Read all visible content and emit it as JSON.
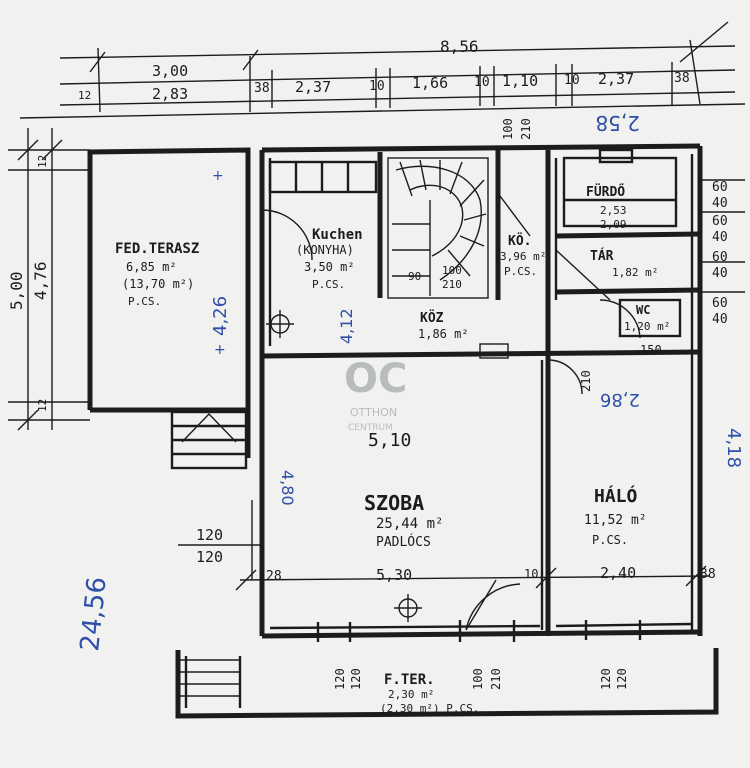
{
  "dimensions": {
    "total_width": "8,56",
    "seg_top_1": "3,00",
    "seg_bot_1": "2,83",
    "seg_38": "38",
    "seg_237a": "2,37",
    "seg_10a": "10",
    "seg_166": "1,66",
    "seg_10b": "10",
    "seg_110": "1,10",
    "seg_10c": "10",
    "seg_237b": "2,37",
    "seg_38b": "38",
    "seg_12": "12",
    "left_500": "5,00",
    "left_476": "4,76",
    "left_12a": "12",
    "left_12b": "12",
    "door_100": "100",
    "door_210": "210",
    "door_90": "90",
    "right_60a": "60",
    "right_40a": "40",
    "right_60b": "60",
    "right_40b": "40",
    "right_60c": "60",
    "right_40c": "40",
    "right_60d": "60",
    "right_40d": "40",
    "mid_120a": "120",
    "mid_120b": "120",
    "bottom_28": "28",
    "bottom_530": "5,30",
    "bottom_10": "10",
    "bottom_240": "2,40",
    "bottom_38": "38",
    "win_120a": "120",
    "win_120b": "120",
    "win_100": "100",
    "win_210": "210",
    "win_120c": "120",
    "win_120d": "120",
    "center_510": "5,10",
    "stair_90": "90",
    "small_150": "150",
    "small_210": "210",
    "stair_100": "100",
    "stair_210": "210"
  },
  "rooms": {
    "terrace_label": "FED.TERASZ",
    "terrace_area": "6,85 m²",
    "terrace_area2": "(13,70 m²)",
    "terrace_floor": "P.CS.",
    "kitchen_label": "Kuchen",
    "kitchen_sub": "(KONYHA)",
    "kitchen_area": "3,50 m²",
    "kitchen_floor": "P.CS.",
    "hall_label": "KÖZ",
    "hall_area": "1,86 m²",
    "corridor_label": "KÖ.",
    "corridor_area": "3,96 m²",
    "corridor_floor": "P.CS.",
    "bath_label": "FÜRDŐ",
    "bath_area": "2,53",
    "bath_area2": "2,09",
    "storage_label": "TÁR",
    "storage_area": "1,82 m²",
    "wc_label": "WC",
    "wc_area": "1,20 m²",
    "living_label": "SZOBA",
    "living_area": "25,44 m²",
    "living_floor": "PADLÓCS",
    "bedroom_label": "HÁLÓ",
    "bedroom_area": "11,52 m²",
    "bedroom_floor": "P.CS.",
    "fterrace_label": "F.TER.",
    "fterrace_area": "2,30 m²",
    "fterrace_area2": "(2,30 m²) P.CS."
  },
  "handwritten": {
    "note_top_right": "2,58",
    "note_terrace": "4,26",
    "note_kitchen": "4,12",
    "note_bedroom": "2,86",
    "note_right_side": "4,18",
    "note_left_wall": "4,80",
    "note_bottom_left": "24,56"
  },
  "watermark": {
    "logo": "OC",
    "line1": "OTTHON",
    "line2": "CENTRUM"
  }
}
